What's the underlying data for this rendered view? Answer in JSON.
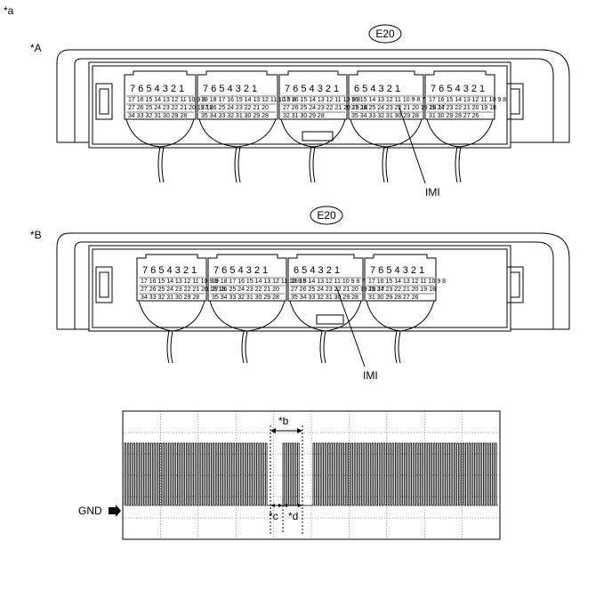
{
  "figure_label": "*a",
  "view_a": {
    "label": "*A",
    "connector_id": "E20",
    "imi_label": "IMI",
    "blocks": [
      {
        "row1": "7 6 5 4 3 2 1",
        "row2": "17 16 15 14 13 12 11 10 9 8",
        "row3": "27 26 25 24 23 22 21 20 19 18",
        "row4": "34 33   32 31 30 29 28"
      },
      {
        "row1": "7 6 5 4 3      2 1",
        "row2": "19 18 17 16 15 14 13 12 11 10 9 8",
        "row3": "27 26      25 24      23 22 21 20",
        "row4": "35 34      33 32      31 30 29 28"
      },
      {
        "row1": "7 6 5 4 3 2 1",
        "row2": "17 16 15 14 13 12 11 10 9 8",
        "row3": "27 26 25 24 23 22 21 20 19 18",
        "row4": "32 31      30      29 28"
      },
      {
        "row1": "6 5      4 3 2 1",
        "row2": "16 15 14 13 12 11 10 9 8 7",
        "row3": "27 26 25 24 23 22 21 20 19 18 17",
        "row4": "35 34 33 32 31      30 29 28"
      },
      {
        "row1": "7 6 5 4 3 2 1",
        "row2": "17 16 15 14 13 12 11 10 9 8",
        "row3": "25 24      23 22 21 20 19 18",
        "row4": "31 30      29 28      27 26"
      }
    ]
  },
  "view_b": {
    "label": "*B",
    "connector_id": "E20",
    "imi_label": "IMI",
    "blocks": [
      {
        "row1": "7 6 5 4 3 2 1",
        "row2": "17 16 15 14 13 12 11 10 9 8",
        "row3": "27 26 25 24 23 22 21 20 19 18",
        "row4": "34 33   32 31 30 29 28"
      },
      {
        "row1": "7 6 5 4 3      2 1",
        "row2": "19 18 17 16 15 14 13 12 11 10 9 8",
        "row3": "27 26      25 24      23 22 21 20",
        "row4": "35 34      33 32      31 30 29 28"
      },
      {
        "row1": "6 5      4 3 2 1",
        "row2": "16 15 14 13 12 11 10 9 8 7",
        "row3": "27 26 25 24 23 22 21 20 19 18 17",
        "row4": "35 34 33 32 31      30 29 28"
      },
      {
        "row1": "7 6 5 4 3 2 1",
        "row2": "17 16 15 14 13 12 11 10 9 8",
        "row3": "25 24      23 22 21 20 19 18",
        "row4": "31 30      29 28      27 26"
      }
    ]
  },
  "waveform": {
    "ground_label": "GND",
    "label_b": "*b",
    "label_c": "*c",
    "label_d": "*d"
  }
}
